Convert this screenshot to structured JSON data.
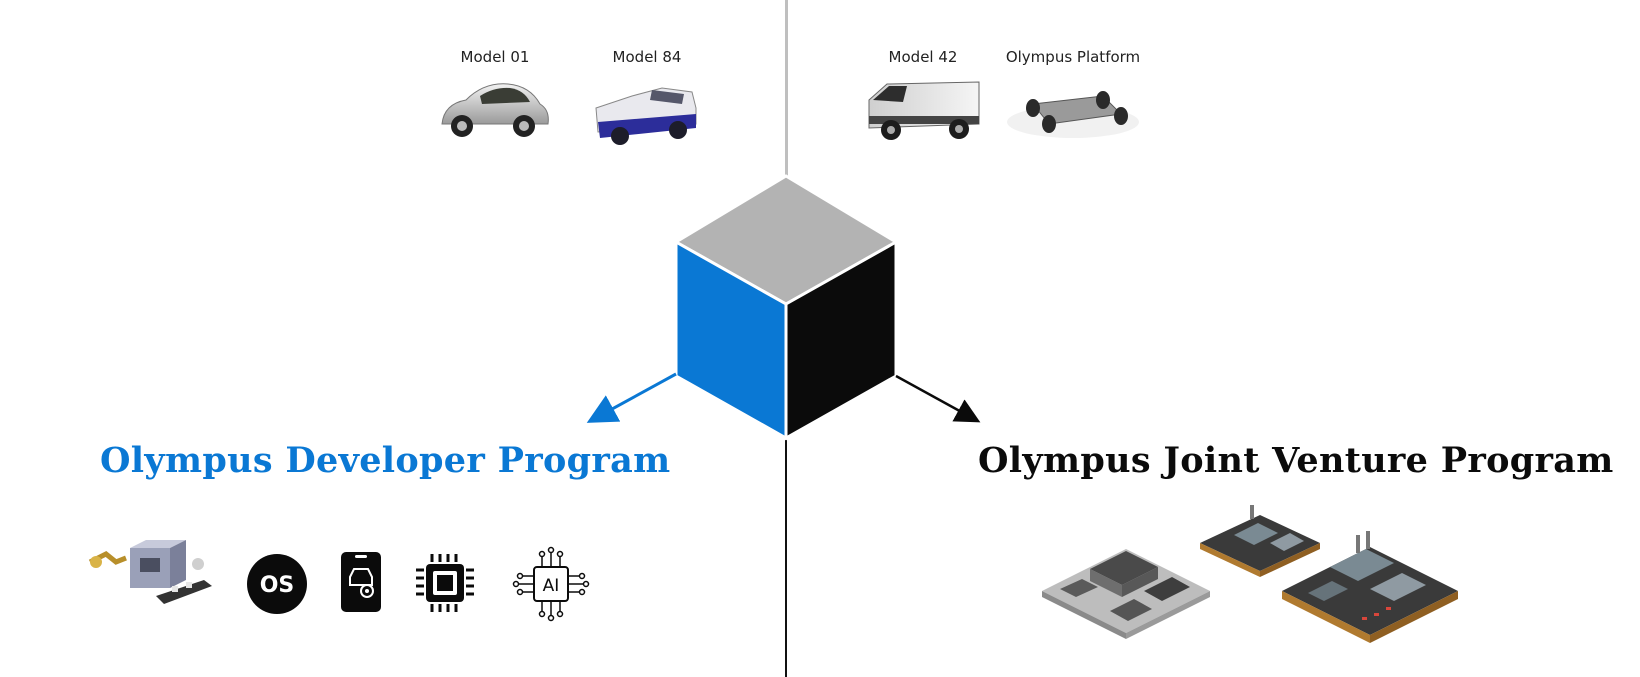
{
  "colors": {
    "accent_blue": "#0a78d4",
    "black": "#0b0b0b",
    "cube_top": "#b3b3b3",
    "divider_top": "#bfbfbf"
  },
  "vehicles": [
    {
      "label": "Model 01",
      "icon": "retro-coupe-car-icon"
    },
    {
      "label": "Model 84",
      "icon": "pickup-truck-icon"
    },
    {
      "label": "Model 42",
      "icon": "delivery-van-icon"
    },
    {
      "label": "Olympus Platform",
      "icon": "skateboard-chassis-icon"
    }
  ],
  "programs": {
    "developer": {
      "title": "Olympus Developer Program",
      "color": "#0a78d4"
    },
    "joint_venture": {
      "title": "Olympus Joint Venture Program",
      "color": "#0b0b0b"
    }
  },
  "developer_icons": [
    {
      "name": "factory-assembly-line-icon"
    },
    {
      "name": "os-icon",
      "text": "OS"
    },
    {
      "name": "phone-car-settings-icon"
    },
    {
      "name": "chip-icon"
    },
    {
      "name": "ai-circuit-icon",
      "text": "AI"
    }
  ],
  "joint_venture_icons": [
    {
      "name": "isometric-factory-complex-icon"
    }
  ]
}
